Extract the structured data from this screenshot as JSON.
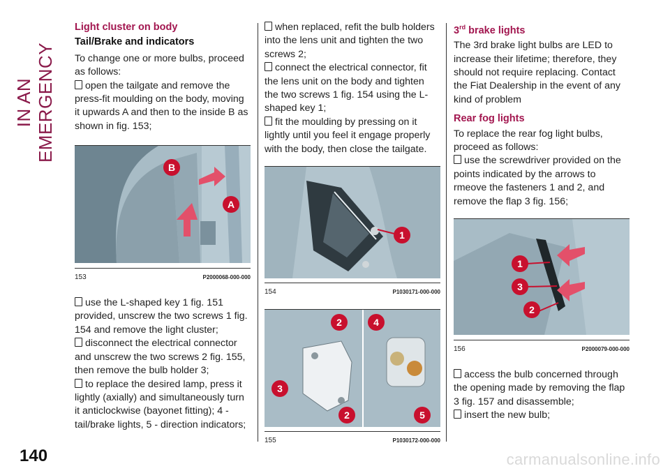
{
  "side_title": "IN AN EMERGENCY",
  "page_number": "140",
  "watermark": "carmanualsonline.info",
  "col1": {
    "heading": "Light cluster on body",
    "subheading": "Tail/Brake and indicators",
    "intro": "To change one or more bulbs, proceed as follows:",
    "step1": "open the tailgate and remove the press-fit moulding on the body, moving it upwards A and then to the inside B as shown in fig. 153;",
    "fig": {
      "num": "153",
      "code": "P2000068-000-000",
      "labels": [
        "B",
        "A"
      ]
    },
    "step2": "use the L-shaped key 1 fig. 151 provided, unscrew the two screws 1 fig. 154 and remove the light cluster;",
    "step3": "disconnect the electrical connector and unscrew the two screws 2 fig. 155, then remove the bulb holder 3;",
    "step4": "to replace the desired lamp, press it lightly (axially) and simultaneously turn it anticlockwise (bayonet fitting); 4 - tail/brake lights, 5 - direction indicators;"
  },
  "col2": {
    "step5": "when replaced, refit the bulb holders into the lens unit and tighten the two screws 2;",
    "step6": "connect the electrical connector, fit the lens unit on the body and tighten the two screws 1 fig. 154 using the L-shaped key 1;",
    "step7": "fit the moulding by pressing on it lightly until you feel it engage properly with the body, then close the tailgate.",
    "fig154": {
      "num": "154",
      "code": "P1030171-000-000",
      "labels": [
        "1"
      ]
    },
    "fig155": {
      "num": "155",
      "code": "P1030172-000-000",
      "labels": [
        "2",
        "3",
        "2",
        "4",
        "5"
      ]
    }
  },
  "col3": {
    "heading_main": "3",
    "heading_sup": "rd",
    "heading_rest": " brake lights",
    "para": "The 3rd brake light bulbs are LED to increase their lifetime; therefore, they should not require replacing. Contact the Fiat Dealership in the event of any kind of problem",
    "heading2": "Rear fog lights",
    "intro2": "To replace the rear fog light bulbs, proceed as follows:",
    "step1": "use the screwdriver provided on the points indicated by the arrows to rmeove the fasteners 1 and 2, and remove the flap 3 fig. 156;",
    "fig": {
      "num": "156",
      "code": "P2000079-000-000",
      "labels": [
        "1",
        "3",
        "2"
      ]
    },
    "step2": "access the bulb concerned through the opening made by removing the flap 3 fig. 157 and disassemble;",
    "step3": "insert the new bulb;"
  },
  "colors": {
    "accent": "#a2164f",
    "side_title": "#8a1a4a",
    "badge": "#c8102e",
    "photo": "#9fb3bd"
  }
}
